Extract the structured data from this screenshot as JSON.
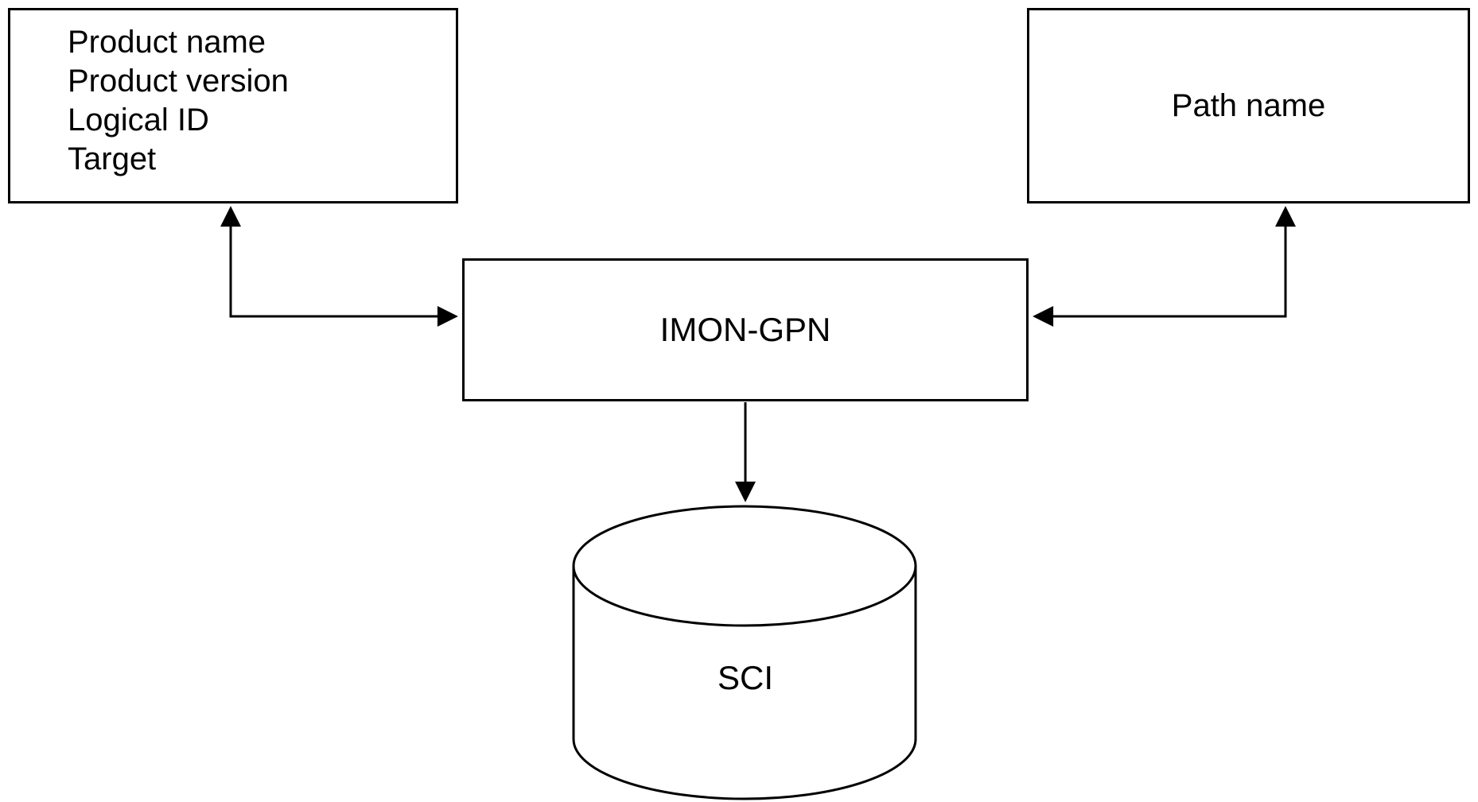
{
  "diagram": {
    "attributes_box": {
      "lines": [
        "Product name",
        "Product version",
        "Logical ID",
        "Target"
      ]
    },
    "pathname_box": {
      "label": "Path name"
    },
    "process_box": {
      "label": "IMON-GPN"
    },
    "datastore": {
      "label": "SCI"
    },
    "colors": {
      "stroke": "#000000",
      "background": "#ffffff"
    }
  }
}
